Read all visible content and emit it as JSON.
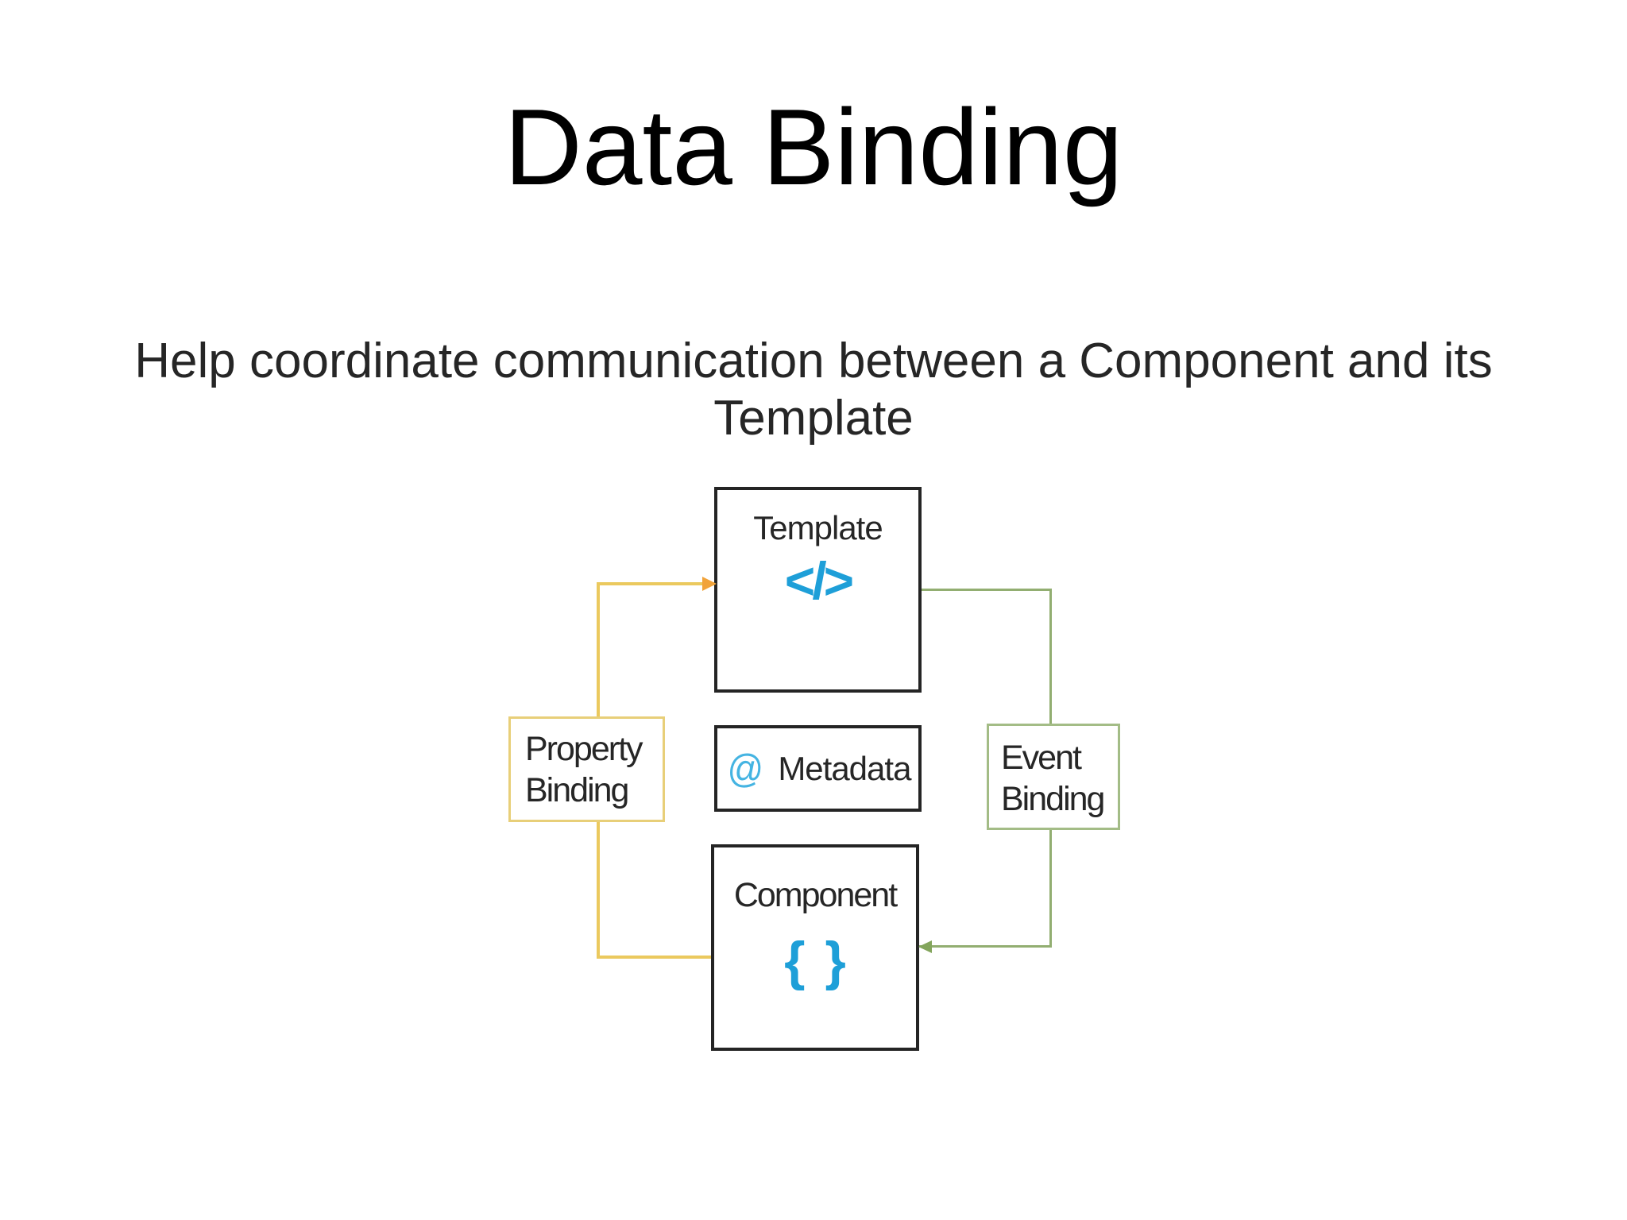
{
  "slide": {
    "title": "Data Binding",
    "subtitle": {
      "line1": "Help coordinate communication between a Component and its",
      "line2": "Template"
    }
  },
  "diagram": {
    "template": {
      "label": "Template",
      "icon_glyph": "</>"
    },
    "metadata": {
      "icon_glyph": "@",
      "label": "Metadata"
    },
    "component": {
      "label": "Component",
      "icon_glyph": "{ }"
    },
    "property_binding": {
      "line1": "Property",
      "line2": "Binding"
    },
    "event_binding": {
      "line1": "Event",
      "line2": "Binding"
    }
  },
  "colors": {
    "background": "#ffffff",
    "title_text": "#000000",
    "body_text": "#262626",
    "box_border": "#242424",
    "icon_blue": "#1E9FD8",
    "at_icon_blue": "#45B4E2",
    "yellow_line": "#EBC95E",
    "yellow_arrow": "#F1A33A",
    "yellow_box_border": "#E8CF79",
    "green_line": "#92AE71",
    "green_arrow": "#83A55C",
    "green_box_border": "#A3BC86"
  }
}
